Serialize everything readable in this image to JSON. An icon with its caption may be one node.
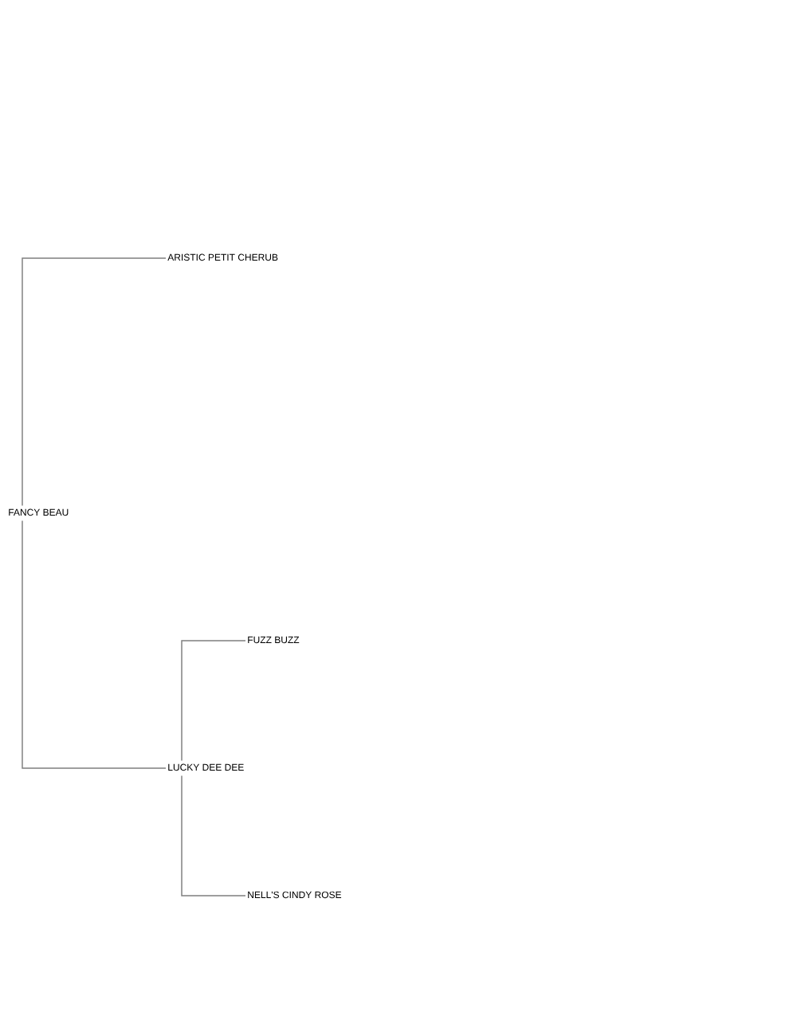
{
  "diagram": {
    "nodes": [
      {
        "text": [
          "FANCY BEAU"
        ]
      },
      {
        "text": [
          "ARISTIC PETIT CHERUB"
        ]
      },
      {
        "text": [
          "LUCKY DEE DEE"
        ]
      },
      {
        "text": [
          "FUZZ BUZZ"
        ]
      },
      {
        "text": [
          "NELL'S CINDY ROSE"
        ]
      }
    ],
    "edges": [
      {
        "from": 0,
        "to": 1,
        "arrow": "none"
      },
      {
        "from": 0,
        "to": 2,
        "arrow": "none"
      },
      {
        "from": 2,
        "to": 3,
        "arrow": "none"
      },
      {
        "from": 2,
        "to": 4,
        "arrow": "none"
      }
    ]
  }
}
